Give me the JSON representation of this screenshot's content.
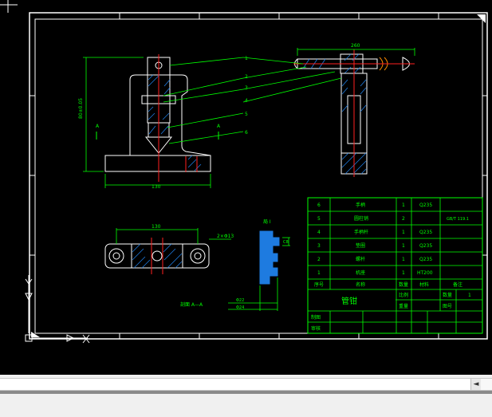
{
  "drawing": {
    "callouts": [
      "1",
      "2",
      "3",
      "4",
      "5",
      "6"
    ],
    "dims": {
      "total_height": "80±0.05",
      "base_width": "130",
      "top_view_width": "130",
      "handle_length": "260",
      "bore": "2×Φ13",
      "slot": "C8",
      "dim_a": "Φ22",
      "dim_b": "Φ24"
    },
    "section_mark": "A",
    "section_label": "剖面 A—A",
    "detail_label": "局 I"
  },
  "title_block": {
    "parts": [
      {
        "no": "6",
        "name": "手柄",
        "qty": "1",
        "material": "Q235",
        "remark": ""
      },
      {
        "no": "5",
        "name": "圆柱销",
        "qty": "2",
        "material": "",
        "remark": "GB/T 119.1"
      },
      {
        "no": "4",
        "name": "手柄杆",
        "qty": "1",
        "material": "Q235",
        "remark": ""
      },
      {
        "no": "3",
        "name": "垫圈",
        "qty": "1",
        "material": "Q235",
        "remark": ""
      },
      {
        "no": "2",
        "name": "螺杆",
        "qty": "1",
        "material": "Q235",
        "remark": ""
      },
      {
        "no": "1",
        "name": "机座",
        "qty": "1",
        "material": "HT200",
        "remark": ""
      }
    ],
    "header": {
      "no": "序号",
      "name": "名称",
      "qty": "数量",
      "material": "材料",
      "remark": "备注"
    },
    "drawing_title": "管钳",
    "scale_label": "比例",
    "weight_label": "重量",
    "count_label": "数量",
    "count_value": "1",
    "sheet_label": "图号",
    "drawn_label": "制图",
    "checked_label": "审核"
  },
  "ui": {
    "scroll_left_arrow": "◄"
  }
}
